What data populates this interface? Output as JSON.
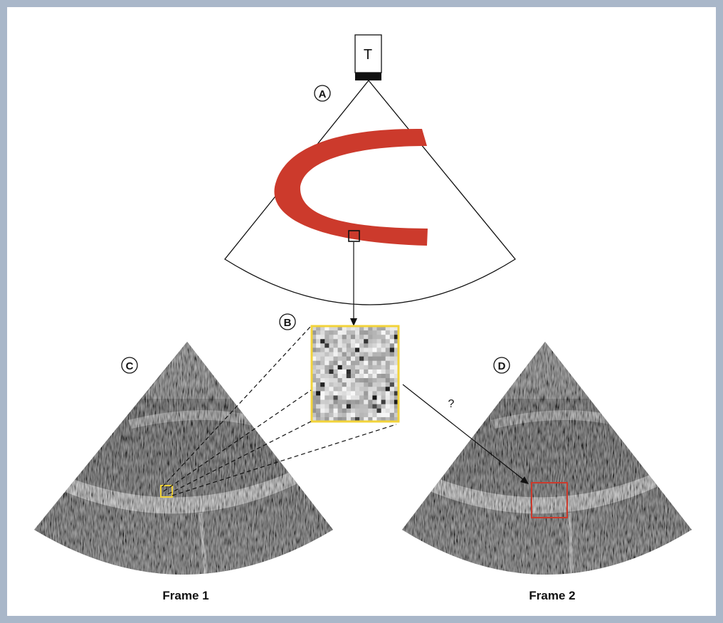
{
  "transducer": {
    "label": "T"
  },
  "markers": {
    "a": "A",
    "b": "B",
    "c": "C",
    "d": "D"
  },
  "arrow": {
    "question": "?"
  },
  "frames": {
    "frame1": "Frame 1",
    "frame2": "Frame 2"
  },
  "colors": {
    "background": "#a9b7c9",
    "panel": "#ffffff",
    "myocardium": "#cc3a2c",
    "box_yellow": "#f2d33a",
    "box_red": "#cc3a2c",
    "ink": "#111111"
  }
}
